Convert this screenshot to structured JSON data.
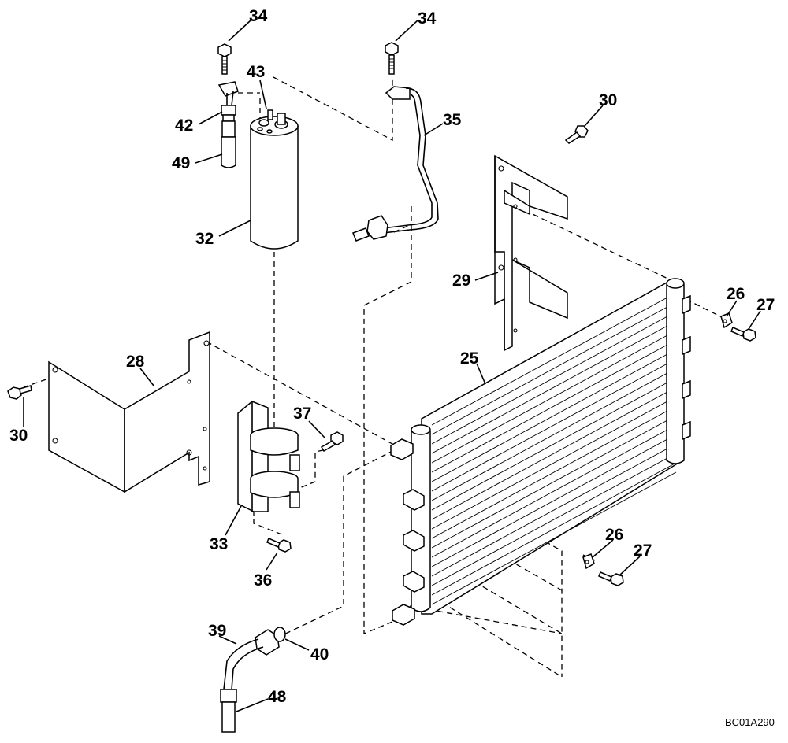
{
  "drawing_code": "BC01A290",
  "callouts": [
    {
      "id": "c34a",
      "label": "34"
    },
    {
      "id": "c34b",
      "label": "34"
    },
    {
      "id": "c43",
      "label": "43"
    },
    {
      "id": "c42",
      "label": "42"
    },
    {
      "id": "c49",
      "label": "49"
    },
    {
      "id": "c32",
      "label": "32"
    },
    {
      "id": "c35",
      "label": "35"
    },
    {
      "id": "c30a",
      "label": "30"
    },
    {
      "id": "c29",
      "label": "29"
    },
    {
      "id": "c26a",
      "label": "26"
    },
    {
      "id": "c27a",
      "label": "27"
    },
    {
      "id": "c25",
      "label": "25"
    },
    {
      "id": "c28",
      "label": "28"
    },
    {
      "id": "c30b",
      "label": "30"
    },
    {
      "id": "c37",
      "label": "37"
    },
    {
      "id": "c33",
      "label": "33"
    },
    {
      "id": "c36",
      "label": "36"
    },
    {
      "id": "c26b",
      "label": "26"
    },
    {
      "id": "c27b",
      "label": "27"
    },
    {
      "id": "c39",
      "label": "39"
    },
    {
      "id": "c40",
      "label": "40"
    },
    {
      "id": "c48",
      "label": "48"
    }
  ]
}
